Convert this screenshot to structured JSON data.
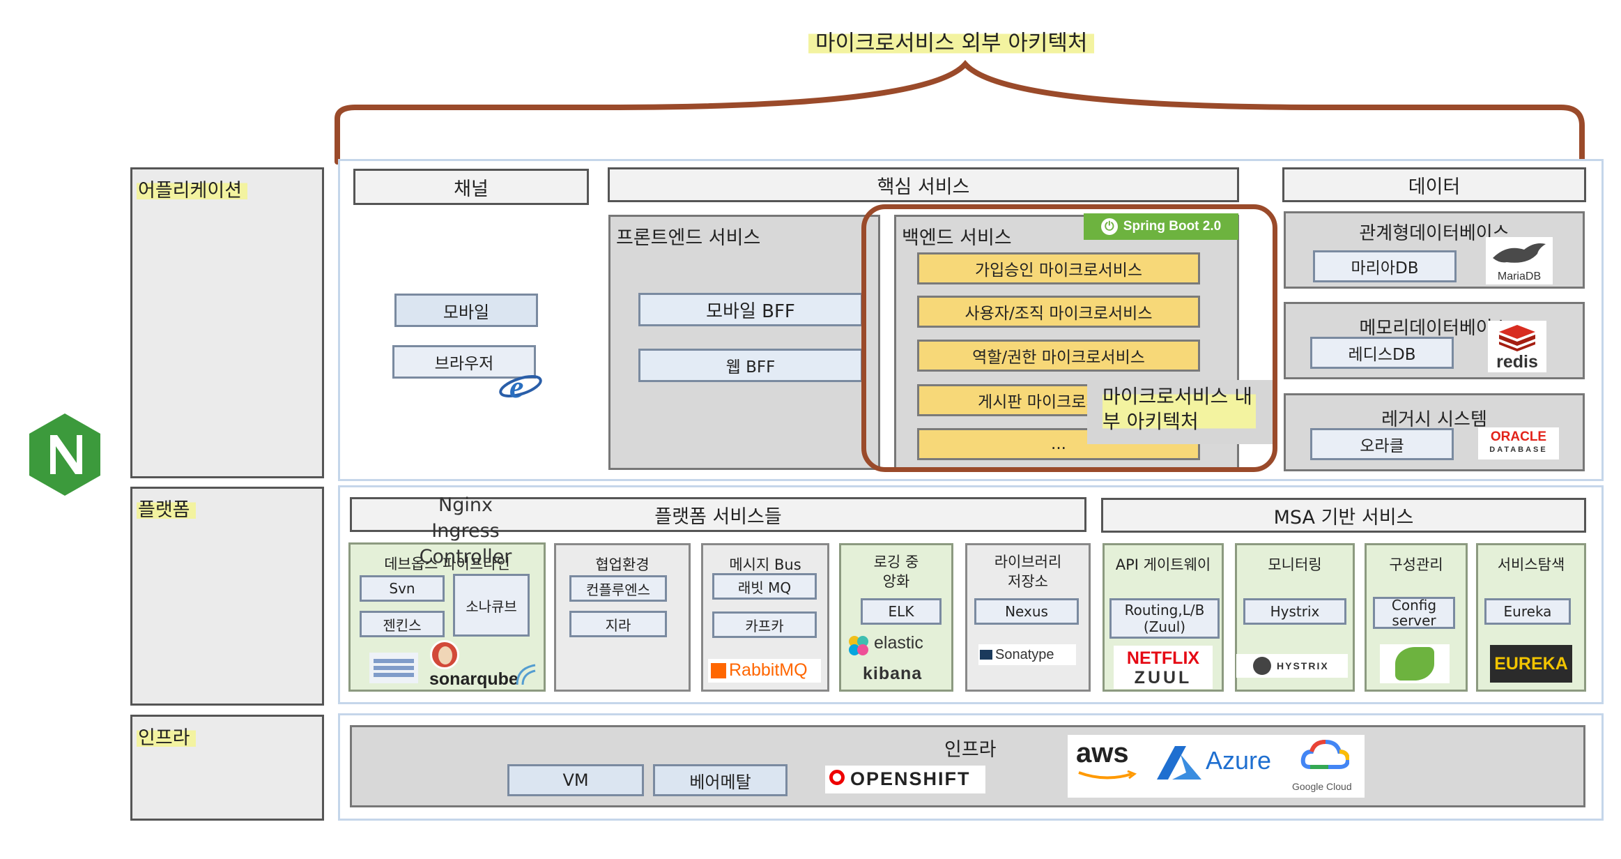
{
  "title": "마이크로서비스 외부 아키텍처",
  "inner_title": "마이크로서비스 내부 아키텍처",
  "layers": {
    "app": "어플리케이션",
    "platform": "플랫폼",
    "infra": "인프라"
  },
  "nginx": {
    "label": "Nginx Ingress Controller",
    "line1": "Nginx",
    "line2": "Ingress",
    "line3": "Controller"
  },
  "channel": {
    "title": "채널",
    "mobile": "모바일",
    "browser": "브라우저"
  },
  "core": {
    "title": "핵심 서비스",
    "frontend": {
      "title": "프론트엔드 서비스",
      "items": [
        "모바일 BFF",
        "웹 BFF"
      ]
    },
    "backend": {
      "title": "백엔드 서비스",
      "spring": "Spring Boot 2.0",
      "items": [
        "가입승인 마이크로서비스",
        "사용자/조직 마이크로서비스",
        "역할/권한 마이크로서비스",
        "게시판 마이크로서비스",
        "..."
      ]
    }
  },
  "data": {
    "title": "데이터",
    "rdb": {
      "title": "관계형데이터베이스",
      "item": "마리아DB",
      "logo": "MariaDB"
    },
    "memdb": {
      "title": "메모리데이터베이스",
      "item": "레디스DB",
      "logo": "redis"
    },
    "legacy": {
      "title": "레거시 시스템",
      "item": "오라클",
      "logo1": "ORACLE",
      "logo2": "DATABASE"
    }
  },
  "platform": {
    "services_title": "플랫폼 서비스들",
    "msa_title": "MSA 기반 서비스",
    "devops": {
      "title": "데브옵스 파이프라인",
      "svn": "Svn",
      "jenkins": "젠킨스",
      "sonar": "소나큐브",
      "sonar_logo": "sonarqube"
    },
    "collab": {
      "title": "협업환경",
      "items": [
        "컨플루엔스",
        "지라"
      ]
    },
    "msgbus": {
      "title": "메시지 Bus",
      "items": [
        "래빗 MQ",
        "카프카"
      ],
      "logo": "RabbitMQ"
    },
    "logging": {
      "title": "로깅 중앙화",
      "item": "ELK",
      "logo1": "elastic",
      "logo2": "kibana"
    },
    "library": {
      "title": "라이브러리 저장소",
      "item": "Nexus",
      "logo": "Sonatype"
    },
    "gateway": {
      "title": "API 게이트웨이",
      "item": "Routing,L/B (Zuul)",
      "logo1": "NETFLIX",
      "logo2": "ZUUL"
    },
    "monitoring": {
      "title": "모니터링",
      "item": "Hystrix",
      "logo": "HYSTRIX"
    },
    "config": {
      "title": "구성관리",
      "item": "Config server"
    },
    "discovery": {
      "title": "서비스탐색",
      "item": "Eureka",
      "logo": "EUREKA"
    }
  },
  "infra": {
    "title": "인프라",
    "items": [
      "VM",
      "베어메탈"
    ],
    "openshift": "OPENSHIFT",
    "aws": "aws",
    "azure": "Azure",
    "gcloud": "Google Cloud"
  },
  "colors": {
    "accent_brown": "#9a4a2a",
    "yellow": "#f7d878",
    "green": "#e4f0d8",
    "highlight": "#f3f3a0"
  }
}
